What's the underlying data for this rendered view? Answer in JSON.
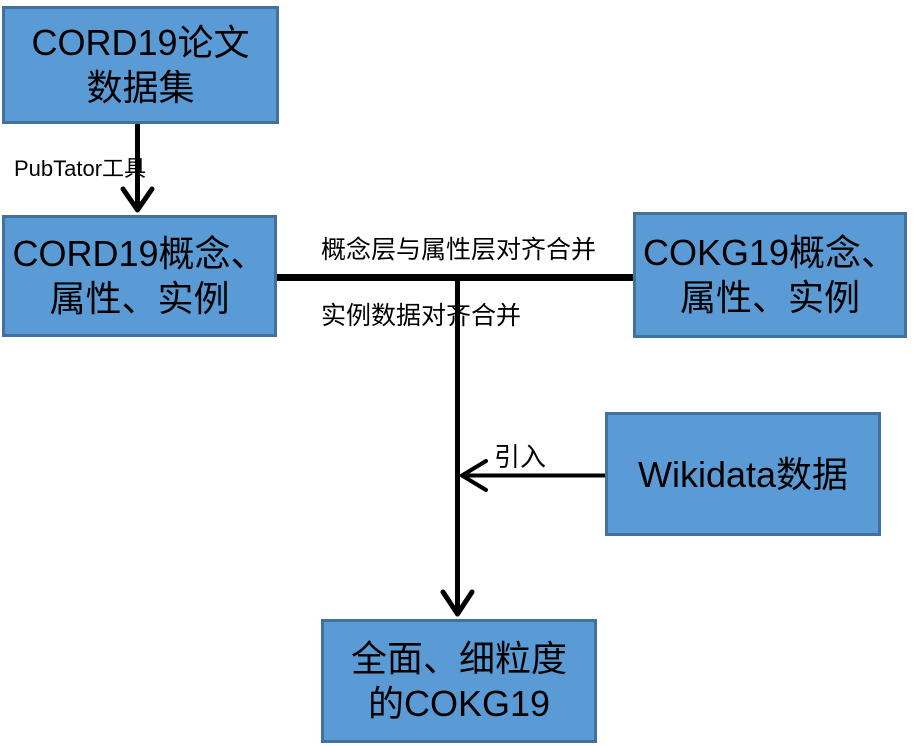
{
  "diagram": {
    "title": "COKG19 construction flowchart",
    "nodes": {
      "cord19_dataset": {
        "label": "CORD19论文\n数据集"
      },
      "cord19_kg": {
        "label": "CORD19概念、\n属性、实例"
      },
      "cokg19_kg": {
        "label": "COKG19概念、\n属性、实例"
      },
      "wikidata": {
        "label": "Wikidata数据"
      },
      "final_cokg19": {
        "label": "全面、细粒度\n的COKG19"
      }
    },
    "edge_labels": {
      "pubtator": "PubTator工具",
      "merge_line1": "概念层与属性层对齐合并",
      "merge_line2": "实例数据对齐合并",
      "import": "引入"
    },
    "colors": {
      "node_fill": "#5b9bd5",
      "node_border": "#41719c",
      "connector": "#000000",
      "text": "#000000",
      "background": "#ffffff"
    }
  }
}
